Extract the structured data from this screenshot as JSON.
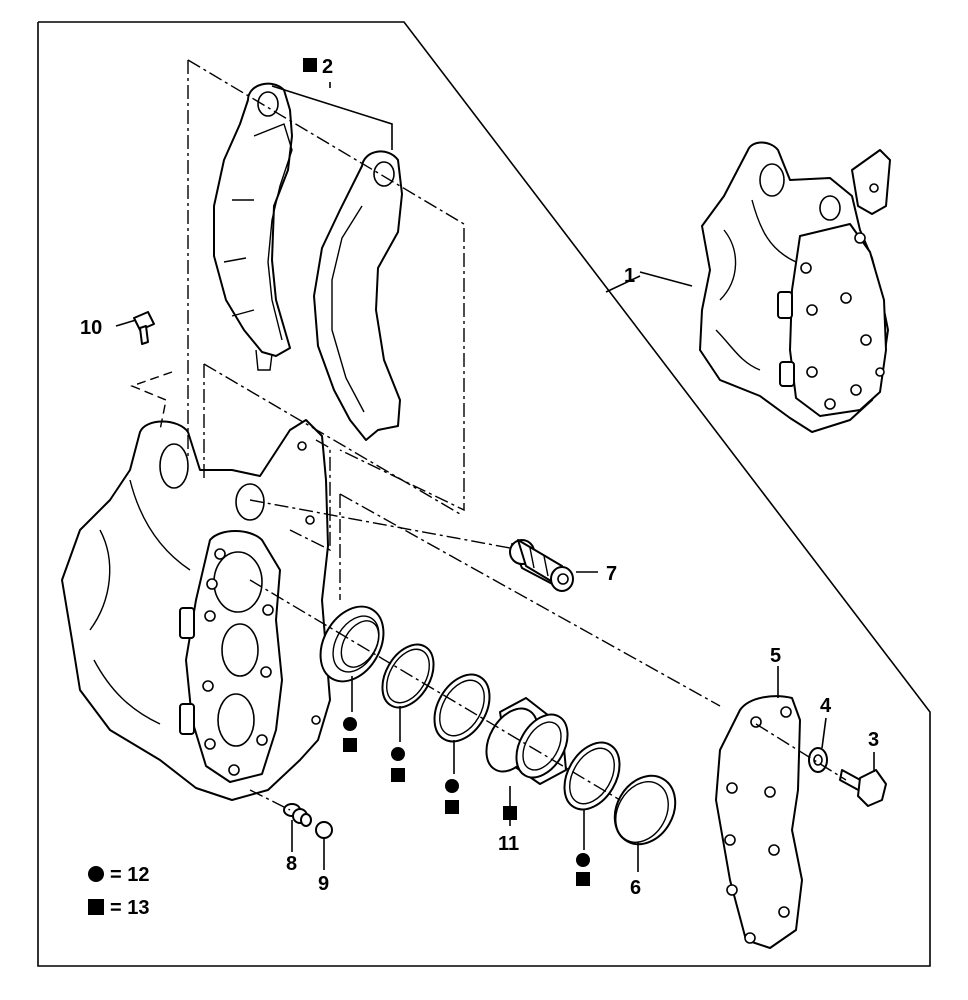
{
  "callouts": {
    "c1": "1",
    "c2": "2",
    "c3": "3",
    "c4": "4",
    "c5": "5",
    "c6": "6",
    "c7": "7",
    "c8": "8",
    "c9": "9",
    "c10": "10",
    "c11": "11"
  },
  "legend": {
    "circle_text": "= 12",
    "square_text": "= 13"
  },
  "symbols": {
    "circle": "filled-circle",
    "square": "filled-square"
  }
}
